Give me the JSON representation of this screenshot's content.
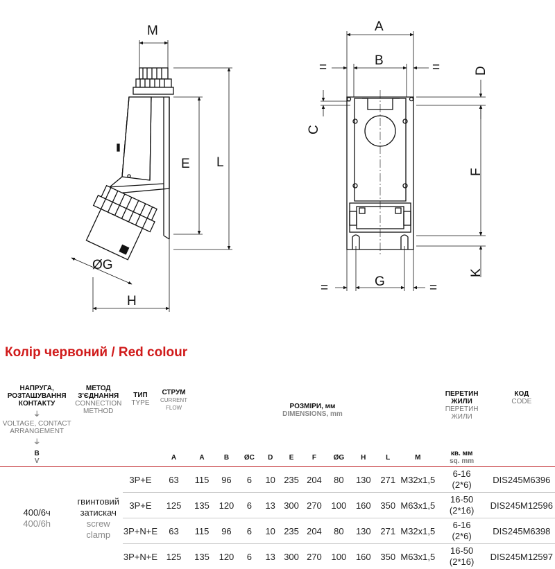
{
  "title": "Колір червоний / Red colour",
  "drawing_labels": {
    "M": "M",
    "E": "E",
    "L": "L",
    "G_dia": "ØG",
    "H": "H",
    "A": "A",
    "B": "B",
    "C": "C",
    "D": "D",
    "F": "F",
    "G": "G",
    "K": "K",
    "equal": "="
  },
  "table": {
    "headers": {
      "voltage_ua": "НАПРУГА, РОЗТАШУВАННЯ КОНТАКТУ",
      "voltage_en": "VOLTAGE, CONTACT ARRANGEMENT",
      "method_ua": "МЕТОД З'ЄДНАННЯ",
      "method_en": "CONNECTION METHOD",
      "type_ua": "ТИП",
      "type_en": "TYPE",
      "current_ua": "СТРУМ",
      "current_en": "CURRENT FLOW",
      "dims_ua": "РОЗМІРИ, мм",
      "dims_en": "DIMENSIONS, mm",
      "section_ua": "ПЕРЕТИН ЖИЛИ",
      "section_ua2": "ПЕРЕТИН ЖИЛИ",
      "code_ua": "КОД",
      "code_en": "CODE"
    },
    "units": {
      "voltage_ua": "В",
      "voltage_en": "V",
      "current": "A",
      "A": "A",
      "B": "B",
      "C": "ØC",
      "D": "D",
      "E": "E",
      "F": "F",
      "G": "ØG",
      "H": "H",
      "L": "L",
      "M": "M",
      "section_ua": "кв. мм",
      "section_en": "sq. mm"
    },
    "voltage_ua": "400/6ч",
    "voltage_en": "400/6h",
    "connection_ua": "гвинтовий затискач",
    "connection_en": "screw clamp",
    "rows": [
      {
        "type": "3P+E",
        "current": "63",
        "A": "115",
        "B": "96",
        "C": "6",
        "D": "10",
        "E": "235",
        "F": "204",
        "G": "80",
        "H": "130",
        "L": "271",
        "M": "M32x1,5",
        "section1": "6-16",
        "section2": "(2*6)",
        "code": "DIS245M6396"
      },
      {
        "type": "3P+E",
        "current": "125",
        "A": "135",
        "B": "120",
        "C": "6",
        "D": "13",
        "E": "300",
        "F": "270",
        "G": "100",
        "H": "160",
        "L": "350",
        "M": "M63x1,5",
        "section1": "16-50",
        "section2": "(2*16)",
        "code": "DIS245M12596"
      },
      {
        "type": "3P+N+E",
        "current": "63",
        "A": "115",
        "B": "96",
        "C": "6",
        "D": "10",
        "E": "235",
        "F": "204",
        "G": "80",
        "H": "130",
        "L": "271",
        "M": "M32x1,5",
        "section1": "6-16",
        "section2": "(2*6)",
        "code": "DIS245M6398"
      },
      {
        "type": "3P+N+E",
        "current": "125",
        "A": "135",
        "B": "120",
        "C": "6",
        "D": "13",
        "E": "300",
        "F": "270",
        "G": "100",
        "H": "160",
        "L": "350",
        "M": "M63x1,5",
        "section1": "16-50",
        "section2": "(2*16)",
        "code": "DIS245M12597"
      }
    ]
  }
}
